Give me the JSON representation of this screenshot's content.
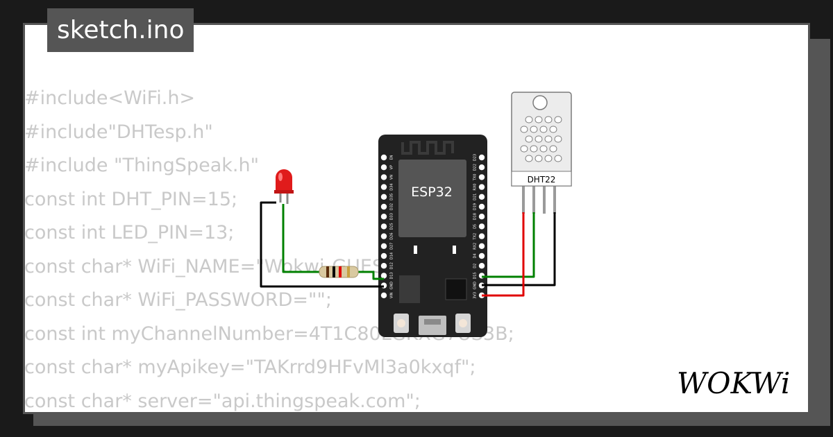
{
  "file": {
    "name": "sketch.ino"
  },
  "code": {
    "lines": [
      "#include<WiFi.h>",
      "#include\"DHTesp.h\"",
      "#include \"ThingSpeak.h\"",
      "const int DHT_PIN=15;",
      "const int LED_PIN=13;",
      "const char* WiFi_NAME=\"Wokwi-GUEST\";",
      "const char* WiFi_PASSWORD=\"\";",
      "const int myChannelNumber=4T1C80LGKXG7US3B;",
      "const char* myApikey=\"TAKrrd9HFvMl3a0kxqf\";",
      "const char* server=\"api.thingspeak.com\";"
    ]
  },
  "diagram": {
    "esp32_label": "ESP32",
    "dht_label": "DHT22",
    "left_pins": [
      "EN",
      "VP",
      "VN",
      "D34",
      "D35",
      "D32",
      "D33",
      "D25",
      "D26",
      "D27",
      "D14",
      "D12",
      "D13",
      "GND",
      "VIN"
    ],
    "right_pins": [
      "D23",
      "D22",
      "TX0",
      "RX0",
      "D21",
      "D19",
      "D18",
      "D5",
      "TX2",
      "RX2",
      "D4",
      "D2",
      "D15",
      "GND",
      "3V3"
    ]
  },
  "brand": {
    "logo_text": "WOKWi"
  },
  "colors": {
    "wire_green": "#008000",
    "wire_black": "#000000",
    "wire_red": "#e00000",
    "led_red": "#e01b1b",
    "board": "#222222",
    "badge_bg": "#555555",
    "code_text": "#c9c9c9"
  }
}
